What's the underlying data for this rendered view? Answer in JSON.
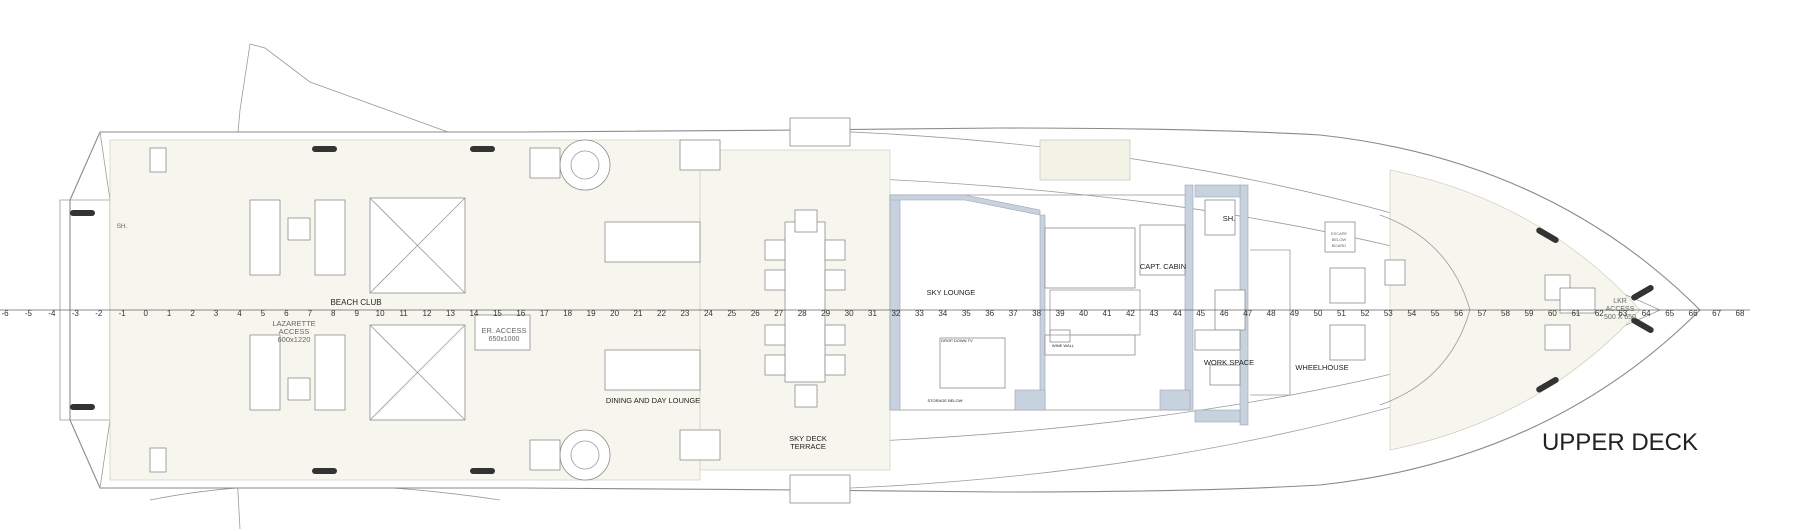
{
  "title": "UPPER DECK",
  "frame_axis": {
    "numbers": [
      "-6",
      "-5",
      "-4",
      "-3",
      "-2",
      "-1",
      "0",
      "1",
      "2",
      "3",
      "4",
      "5",
      "6",
      "7",
      "8",
      "9",
      "10",
      "11",
      "12",
      "13",
      "14",
      "15",
      "16",
      "17",
      "18",
      "19",
      "20",
      "21",
      "22",
      "23",
      "24",
      "25",
      "26",
      "27",
      "28",
      "29",
      "30",
      "31",
      "32",
      "33",
      "34",
      "35",
      "36",
      "37",
      "38",
      "39",
      "40",
      "41",
      "42",
      "43",
      "44",
      "45",
      "46",
      "47",
      "48",
      "49",
      "50",
      "51",
      "52",
      "53",
      "54",
      "55",
      "56",
      "57",
      "58",
      "59",
      "60",
      "61",
      "62",
      "63",
      "64",
      "65",
      "66",
      "67",
      "68"
    ]
  },
  "rooms": {
    "beach_club": "BEACH CLUB",
    "lazarette": "LAZARETTE",
    "lazarette_access": "ACCESS",
    "lazarette_size": "600x1220",
    "er_access": "ER. ACCESS",
    "er_size": "650x1000",
    "dining": "DINING AND DAY LOUNGE",
    "sky_terrace_1": "SKY DECK",
    "sky_terrace_2": "TERRACE",
    "sky_lounge": "SKY LOUNGE",
    "drop_down_tv": "DROP DOWN TV",
    "storage": "STORAGE BELOW",
    "wine_wall": "WINE WALL",
    "capt_cabin": "CAPT. CABIN",
    "shower": "SH.",
    "shower_aft": "SH.",
    "work_space": "WORK SPACE",
    "wheelhouse": "WHEELHOUSE",
    "escape_1": "ESCAPE",
    "escape_2": "BELOW",
    "escape_3": "BOARD",
    "lkr_1": "LKR",
    "lkr_2": "ACCESS",
    "lkr_3": "500 X 650"
  },
  "colors": {
    "wall": "#c8d1de",
    "deck": "#f7f6ee",
    "hull_line": "#8a8a8a"
  }
}
